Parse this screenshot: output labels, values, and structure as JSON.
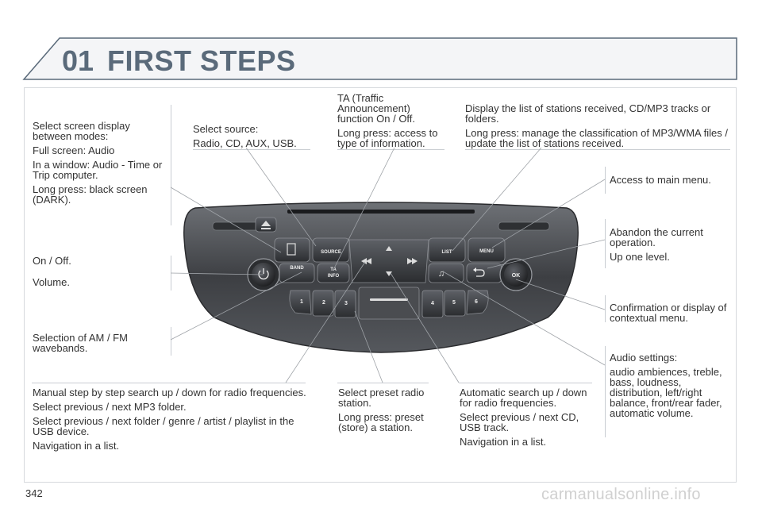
{
  "header": {
    "chapter_number": "01",
    "chapter_title": "FIRST STEPS"
  },
  "page_number": "342",
  "watermark": "carmanualsonline.info",
  "callouts": {
    "display_modes": [
      "Select screen display between modes:",
      "Full screen: Audio",
      "In a window: Audio - Time or Trip computer.",
      "Long press: black screen (DARK)."
    ],
    "source": [
      "Select source:",
      "Radio, CD, AUX, USB."
    ],
    "ta": [
      "TA (Traffic Announcement) function On / Off.",
      "Long press: access to type of information."
    ],
    "list": [
      "Display the list of stations received, CD/MP3 tracks or folders.",
      "Long press: manage the classification of MP3/WMA files / update the list of stations received."
    ],
    "menu": [
      "Access to main menu."
    ],
    "back": [
      "Abandon the current operation.",
      "Up one level."
    ],
    "on_off": [
      "On / Off.",
      "Volume."
    ],
    "band": [
      "Selection of AM / FM wavebands."
    ],
    "ok": [
      "Confirmation or display of contextual menu."
    ],
    "audio_settings": [
      "Audio settings:",
      "audio ambiences, treble, bass, loudness, distribution, left/right balance, front/rear fader, automatic volume."
    ],
    "manual_step": [
      "Manual step by step search up / down for radio frequencies.",
      "Select previous / next MP3 folder.",
      "Select previous / next folder / genre / artist / playlist in the USB device.",
      "Navigation in a list."
    ],
    "preset": [
      "Select preset radio station.",
      "Long press: preset (store) a station."
    ],
    "auto_search": [
      "Automatic search up / down for radio frequencies.",
      "Select previous / next CD, USB track.",
      "Navigation in a list."
    ]
  },
  "radio": {
    "source_label": "SOURCE",
    "band_label": "BAND",
    "ta_label": "TA",
    "info_label": "INFO",
    "list_label": "LIST",
    "menu_label": "MENU",
    "ok_label": "OK",
    "presets": [
      "1",
      "2",
      "3",
      "4",
      "5",
      "6"
    ]
  }
}
